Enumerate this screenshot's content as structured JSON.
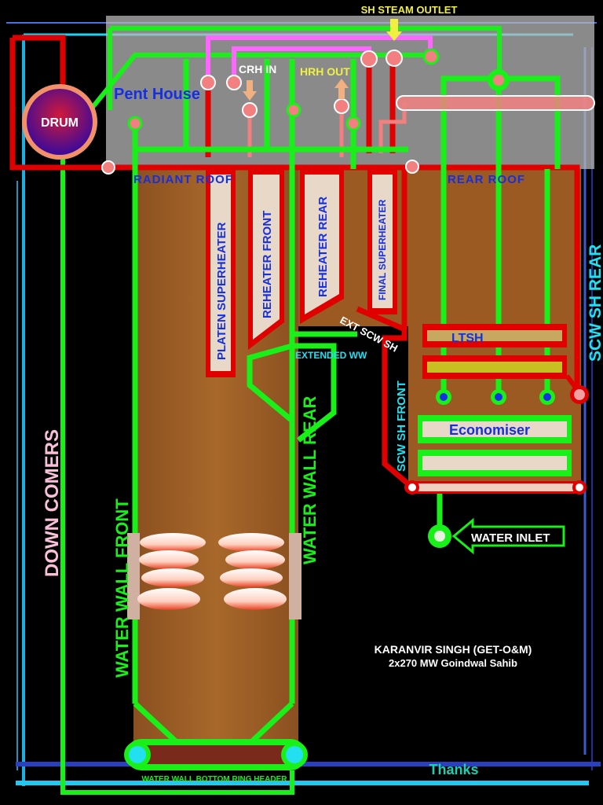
{
  "diagram": {
    "drum_label": "DRUM",
    "penthouse_label": "Pent House",
    "sh_steam_outlet": "SH STEAM OUTLET",
    "crh_in": "CRH IN",
    "hrh_out": "HRH OUT",
    "radiant_roof": "RADIANT ROOF",
    "rear_roof": "REAR ROOF",
    "platen_superheater": "PLATEN SUPERHEATER",
    "reheater_front": "REHEATER FRONT",
    "reheater_rear": "REHEATER REAR",
    "final_superheater": "FINAL SUPERHEATER",
    "ext_scw_sh": "EXT SCW SH",
    "extended_ww": "EXTENDED WW",
    "ltsh": "LTSH",
    "economiser": "Economiser",
    "water_inlet": "WATER INLET",
    "scw_sh_rear": "SCW SH REAR",
    "scw_sh_front": "SCW SH FRONT",
    "water_wall_rear": "WATER WALL REAR",
    "water_wall_front": "WATER WALL FRONT",
    "down_comers": "DOWN COMERS",
    "bottom_ring_header": "WATER WALL BOTTOM RING HEADER",
    "author_line1": "KARANVIR SINGH (GET-O&M)",
    "author_line2": "2x270 MW Goindwal Sahib",
    "thanks": "Thanks"
  },
  "colors": {
    "green": "#19f019",
    "red": "#e00000",
    "pink": "#ff66ff",
    "salmon": "#f28080",
    "cyan": "#22e0f0",
    "blue_text": "#1530e0",
    "brown": "#9a5a22",
    "yellow": "#f0f040"
  }
}
